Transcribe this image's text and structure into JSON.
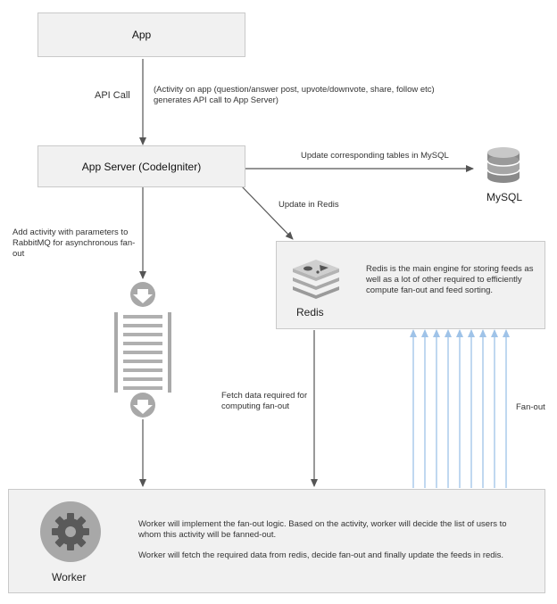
{
  "nodes": {
    "app": {
      "label": "App"
    },
    "app_server": {
      "label": "App Server (CodeIgniter)"
    },
    "mysql": {
      "label": "MySQL"
    },
    "redis": {
      "label": "Redis",
      "description": "Redis is the main engine for storing feeds as well as a lot of other required to efficiently compute fan-out and feed sorting."
    },
    "worker": {
      "label": "Worker",
      "description_1": "Worker will implement the fan-out logic. Based on the activity, worker will decide the list of users to whom this activity will be fanned-out.",
      "description_2": "Worker will fetch the required data from redis, decide fan-out and finally update the feeds in redis."
    }
  },
  "edges": {
    "api_call": {
      "label": "API Call",
      "note": "(Activity on app (question/answer post, upvote/downvote, share, follow etc) generates API call to App Server)"
    },
    "update_mysql": {
      "label": "Update corresponding tables in MySQL"
    },
    "update_redis": {
      "label": "Update in Redis"
    },
    "rabbitmq": {
      "label": "Add activity with parameters to RabbitMQ for asynchronous fan-out"
    },
    "fetch": {
      "label": "Fetch data required for computing fan-out"
    },
    "fanout": {
      "label": "Fan-out"
    }
  },
  "icons": [
    "database-icon",
    "redis-icon",
    "queue-icon",
    "gear-icon"
  ],
  "colors": {
    "box": "#f1f1f1",
    "arrow": "#555555",
    "fanout_arrow": "#9fc3e8",
    "icon_grey": "#a8a8a8"
  }
}
